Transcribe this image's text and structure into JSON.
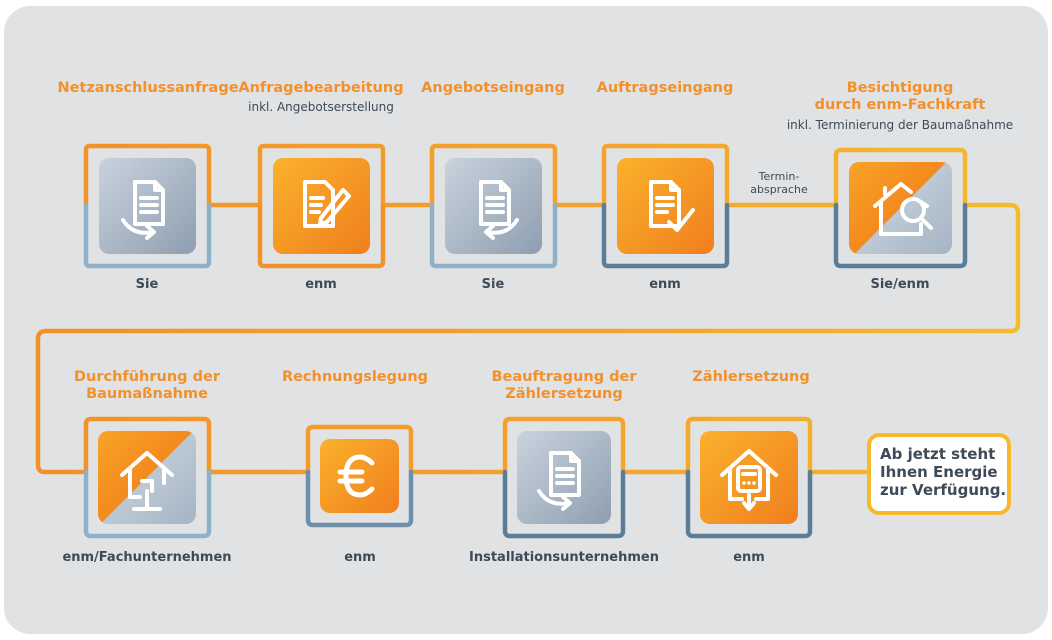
{
  "steps_row1": [
    {
      "title": "Netzanschlussanfrage",
      "subtitle": "",
      "actor": "Sie",
      "icon": "document-send-icon"
    },
    {
      "title": "Anfragebearbeitung",
      "subtitle": "inkl. Angebotserstellung",
      "actor": "enm",
      "icon": "document-edit-icon"
    },
    {
      "title": "Angebotseingang",
      "subtitle": "",
      "actor": "Sie",
      "icon": "document-receive-icon"
    },
    {
      "title": "Auftragseingang",
      "subtitle": "",
      "actor": "enm",
      "icon": "document-check-icon"
    },
    {
      "title_line1": "Besichtigung",
      "title_line2": "durch enm-Fachkraft",
      "subtitle": "inkl. Terminierung der Baumaßnahme",
      "actor": "Sie/enm",
      "icon": "house-inspection-icon"
    }
  ],
  "connector_note_line1": "Termin-",
  "connector_note_line2": "absprache",
  "steps_row2": [
    {
      "title_line1": "Durchführung der",
      "title_line2": "Baumaßnahme",
      "actor": "enm/Fachunternehmen",
      "icon": "house-connection-icon"
    },
    {
      "title": "Rechnungslegung",
      "actor": "enm",
      "icon": "euro-icon"
    },
    {
      "title_line1": "Beauftragung der",
      "title_line2": "Zählersetzung",
      "actor": "Installationsunternehmen",
      "icon": "document-send-icon"
    },
    {
      "title": "Zählersetzung",
      "actor": "enm",
      "icon": "house-meter-icon"
    }
  ],
  "final_box": {
    "line1": "Ab jetzt steht",
    "line2": "Ihnen Energie",
    "line3": "zur Verfügung."
  },
  "colors": {
    "orange": "#f4902a",
    "yellow": "#f5b92b",
    "light_blue": "#8fb0c9",
    "dark_blue": "#5b7e98",
    "background": "#e1e2e4",
    "text": "#3d4a57"
  }
}
